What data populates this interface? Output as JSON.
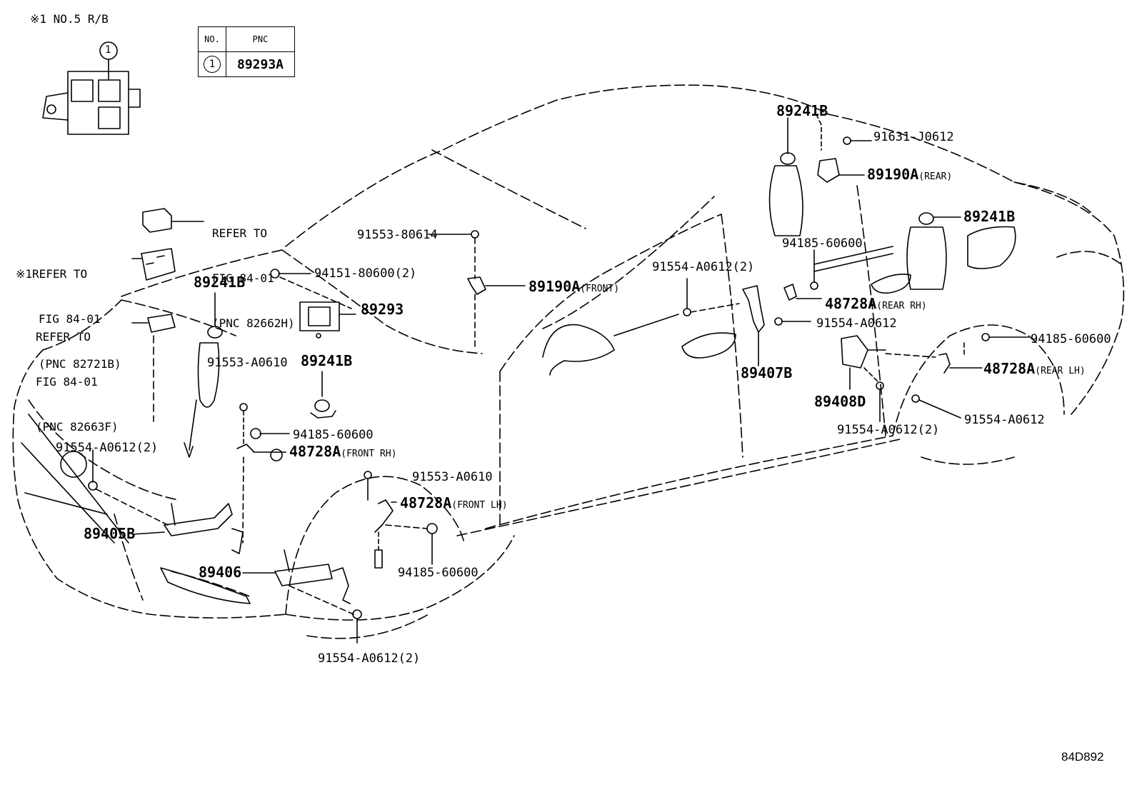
{
  "header_note": "※1 NO.5 R/B",
  "relay_block_callout": "1",
  "legend": {
    "col_no": "NO.",
    "col_pnc": "PNC",
    "row_no": "1",
    "row_pnc": "89293A"
  },
  "refer_notes": {
    "r1": {
      "prefix": "",
      "line1": "REFER TO",
      "line2": "FIG 84-01",
      "line3": "(PNC 82662H)"
    },
    "r2": {
      "prefix": "※1",
      "line1": "REFER TO",
      "line2": "FIG 84-01",
      "line3": "(PNC 82721B)"
    },
    "r3": {
      "prefix": "",
      "line1": "REFER TO",
      "line2": "FIG 84-01",
      "line3": "(PNC 82663F)"
    }
  },
  "parts": {
    "p89241B_front_rh": "89241B",
    "p89241B_front_lh": "89241B",
    "p89241B_rear_top": "89241B",
    "p89241B_rear_rh": "89241B",
    "p91553_80614": "91553-80614",
    "p94151_80600": "94151-80600(2)",
    "p89293": "89293",
    "p89190A_front": "89190A",
    "p89190A_front_suffix": "(FRONT)",
    "p91553_A0610_a": "91553-A0610",
    "p94185_60600_a": "94185-60600",
    "p48728A_front_rh": "48728A",
    "p48728A_front_rh_suffix": "(FRONT RH)",
    "p91554_A0612_2_left": "91554-A0612(2)",
    "p89405B": "89405B",
    "p91553_A0610_b": "91553-A0610",
    "p48728A_front_lh": "48728A",
    "p48728A_front_lh_suffix": "(FRONT LH)",
    "p89406": "89406",
    "p94185_60600_b": "94185-60600",
    "p91554_A0612_2_bottom": "91554-A0612(2)",
    "p91631_J0612": "91631-J0612",
    "p89190A_rear": "89190A",
    "p89190A_rear_suffix": "(REAR)",
    "p94185_60600_c": "94185-60600",
    "p91554_A0612_2_mid": "91554-A0612(2)",
    "p48728A_rear_rh": "48728A",
    "p48728A_rear_rh_suffix": "(REAR RH)",
    "p91554_A0612_mid": "91554-A0612",
    "p89407B": "89407B",
    "p94185_60600_d": "94185-60600",
    "p48728A_rear_lh": "48728A",
    "p48728A_rear_lh_suffix": "(REAR LH)",
    "p89408D": "89408D",
    "p91554_A0612_right": "91554-A0612",
    "p91554_A0612_2_right": "91554-A0612(2)"
  },
  "page_code": "84D892"
}
